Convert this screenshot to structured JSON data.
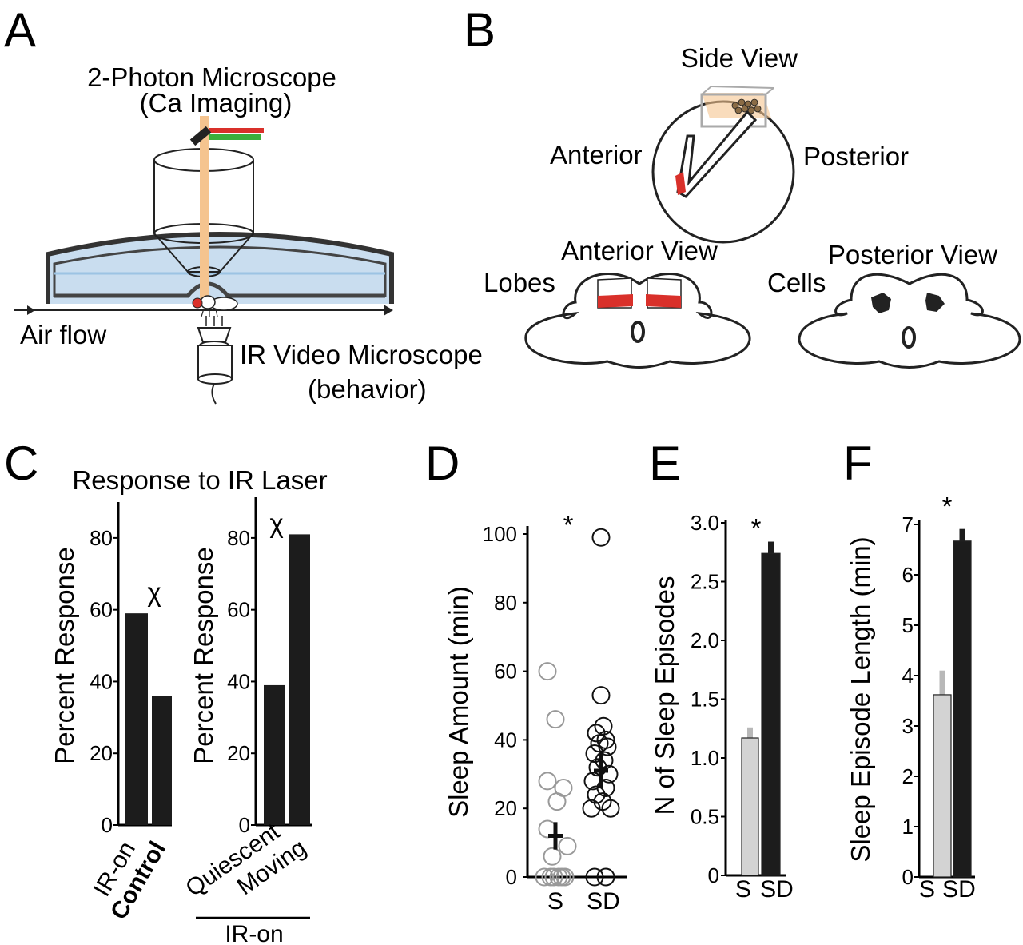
{
  "panels": {
    "A": {
      "letter": "A",
      "microscope_title": "2-Photon Microscope",
      "microscope_subtitle": "(Ca Imaging)",
      "air_flow": "Air flow",
      "ir_title": "IR Video Microscope",
      "ir_subtitle": "(behavior)"
    },
    "B": {
      "letter": "B",
      "side_view": "Side View",
      "anterior": "Anterior",
      "posterior": "Posterior",
      "anterior_view": "Anterior View",
      "posterior_view": "Posterior View",
      "lobes": "Lobes",
      "cells": "Cells"
    },
    "C": {
      "letter": "C",
      "title": "Response to IR Laser",
      "group_label": "IR-on"
    },
    "D": {
      "letter": "D"
    },
    "E": {
      "letter": "E"
    },
    "F": {
      "letter": "F"
    }
  },
  "colors": {
    "water": "#c9ddef",
    "laser": "#f5c48f",
    "red": "#d9302a",
    "green": "#3cae3c",
    "gray_bar": "#d3d3d3",
    "black_bar": "#1c1c1c",
    "gray_marker": "#999999"
  },
  "chart_data": [
    {
      "id": "C1",
      "type": "bar",
      "ylabel": "Percent Response",
      "ylim": [
        0,
        90
      ],
      "yticks": [
        0,
        20,
        40,
        60,
        80
      ],
      "categories": [
        "IR-on",
        "Control"
      ],
      "values": [
        59,
        36
      ],
      "annotation": "χ"
    },
    {
      "id": "C2",
      "type": "bar",
      "ylabel": "Percent Response",
      "ylim": [
        0,
        90
      ],
      "yticks": [
        0,
        20,
        40,
        60,
        80
      ],
      "categories": [
        "Quiescent",
        "Moving"
      ],
      "values": [
        39,
        81
      ],
      "annotation": "χ"
    },
    {
      "id": "D",
      "type": "scatter",
      "ylabel": "Sleep Amount (min)",
      "ylim": [
        0,
        100
      ],
      "yticks": [
        0,
        20,
        40,
        60,
        80,
        100
      ],
      "categories": [
        "S",
        "SD"
      ],
      "series": [
        {
          "category": "S",
          "points": [
            60,
            46,
            28,
            26,
            22,
            14,
            9,
            6,
            0,
            0,
            0,
            0,
            0,
            0
          ],
          "mean": 12,
          "sem": 4
        },
        {
          "category": "SD",
          "points": [
            99,
            53,
            44,
            42,
            40,
            39,
            38,
            36,
            34,
            32,
            30,
            28,
            26,
            24,
            22,
            20,
            20,
            0,
            0
          ],
          "mean": 31,
          "sem": 5
        }
      ],
      "annotation": "*"
    },
    {
      "id": "E",
      "type": "bar",
      "ylabel": "N of Sleep Episodes",
      "ylim": [
        0,
        3.0
      ],
      "yticks": [
        "0",
        "0.5",
        "1.0",
        "1.5",
        "2.0",
        "2.5",
        "3.0"
      ],
      "categories": [
        "S",
        "SD"
      ],
      "values": [
        1.17,
        2.74
      ],
      "errors": [
        0.09,
        0.1
      ],
      "annotation": "*"
    },
    {
      "id": "F",
      "type": "bar",
      "ylabel": "Sleep Episode Length (min)",
      "ylim": [
        0,
        7
      ],
      "yticks": [
        "0",
        "1",
        "2",
        "3",
        "4",
        "5",
        "6",
        "7"
      ],
      "categories": [
        "S",
        "SD"
      ],
      "values": [
        3.62,
        6.67
      ],
      "errors": [
        0.48,
        0.24
      ],
      "annotation": "*"
    }
  ]
}
